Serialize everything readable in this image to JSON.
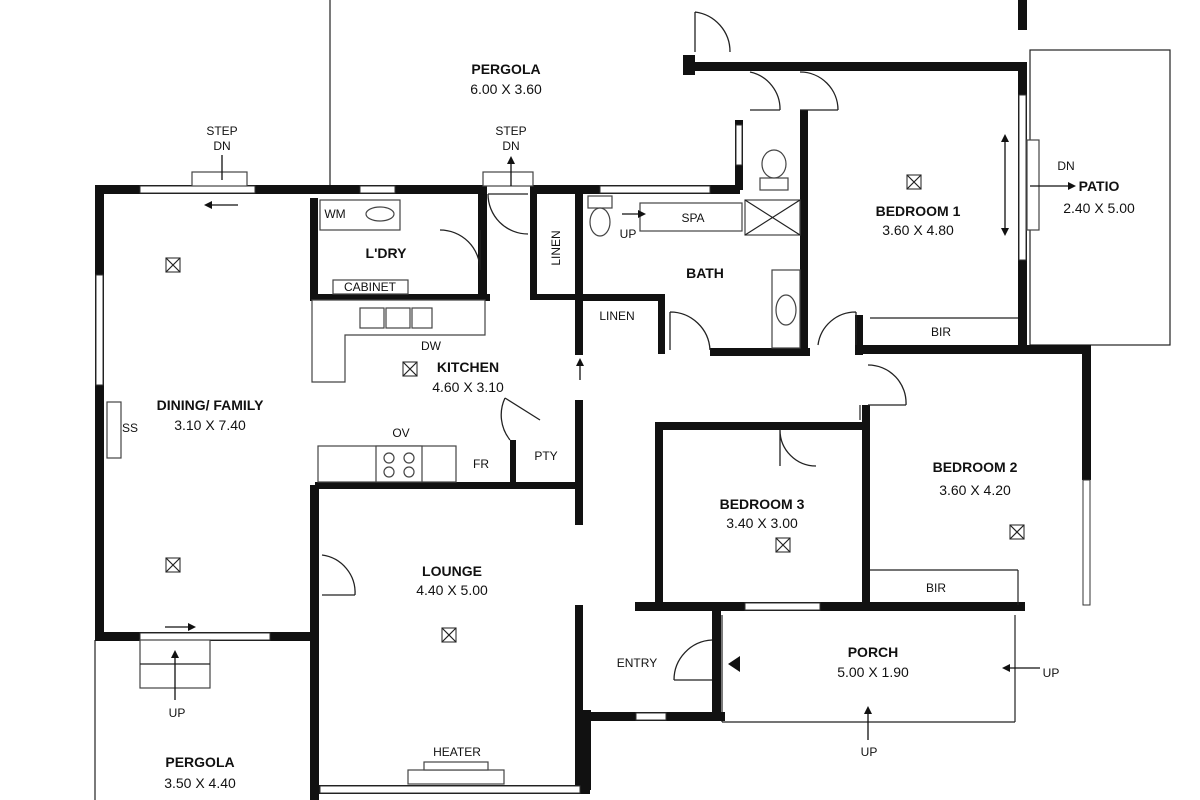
{
  "rooms": {
    "pergola_top": {
      "name": "PERGOLA",
      "dims": "6.00 X 3.60"
    },
    "bedroom1": {
      "name": "BEDROOM 1",
      "dims": "3.60 X 4.80"
    },
    "patio": {
      "name": "PATIO",
      "dims": "2.40 X 5.00"
    },
    "laundry": {
      "name": "L'DRY"
    },
    "bath": {
      "name": "BATH"
    },
    "kitchen": {
      "name": "KITCHEN",
      "dims": "4.60 X 3.10"
    },
    "dining": {
      "name": "DINING/ FAMILY",
      "dims": "3.10 X 7.40"
    },
    "bedroom2": {
      "name": "BEDROOM 2",
      "dims": "3.60 X 4.20"
    },
    "bedroom3": {
      "name": "BEDROOM 3",
      "dims": "3.40 X 3.00"
    },
    "lounge": {
      "name": "LOUNGE",
      "dims": "4.40 X 5.00"
    },
    "porch": {
      "name": "PORCH",
      "dims": "5.00 X 1.90"
    },
    "pergola_bottom": {
      "name": "PERGOLA",
      "dims": "3.50 X 4.40"
    }
  },
  "labels": {
    "step_dn_left_1": "STEP",
    "step_dn_left_2": "DN",
    "step_dn_mid_1": "STEP",
    "step_dn_mid_2": "DN",
    "wm": "WM",
    "cabinet": "CABINET",
    "linen_vertical": "LINEN",
    "linen": "LINEN",
    "spa": "SPA",
    "up_bath": "UP",
    "dn_patio": "DN",
    "bir_bed1": "BIR",
    "bir_bed2": "BIR",
    "dw": "DW",
    "ov": "OV",
    "fr": "FR",
    "pty": "PTY",
    "ss": "SS",
    "entry": "ENTRY",
    "heater": "HEATER",
    "up_pergola": "UP",
    "up_porch_right": "UP",
    "up_porch_bottom": "UP"
  }
}
